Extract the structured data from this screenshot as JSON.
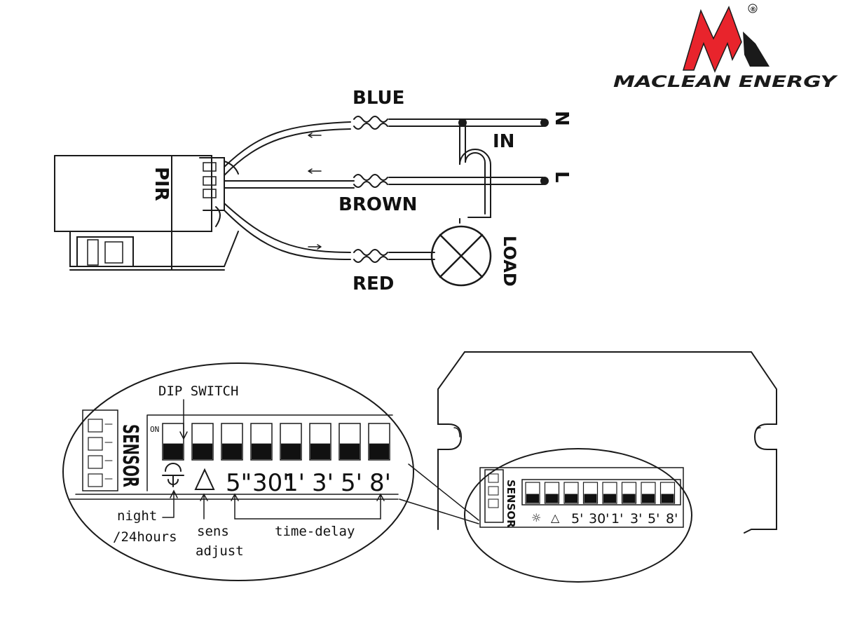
{
  "logo": {
    "brand_text": "MACLEAN ENERGY",
    "registered_mark": "®",
    "mark_color": "#e8242c",
    "mark_outline_color": "#1a1a1a"
  },
  "wiring": {
    "sensor_label": "PIR",
    "wire_labels": {
      "blue": "BLUE",
      "brown": "BROWN",
      "red": "RED"
    },
    "input_label": "IN",
    "terminal_n": "N",
    "terminal_l": "L",
    "load_label": "LOAD"
  },
  "dip_detail": {
    "title": "DIP SWITCH",
    "on_label": "ON",
    "sensor_text": "SENSOR",
    "settings": [
      "5\"",
      "30\"",
      "1'",
      "3'",
      "5'",
      "8'"
    ],
    "callouts": {
      "night": "night",
      "hours": "/24hours",
      "sens": "sens",
      "adjust": "adjust",
      "time_delay": "time-delay"
    }
  },
  "device": {
    "settings": [
      "5'",
      "30'",
      "1'",
      "3'",
      "5'",
      "8'"
    ]
  }
}
